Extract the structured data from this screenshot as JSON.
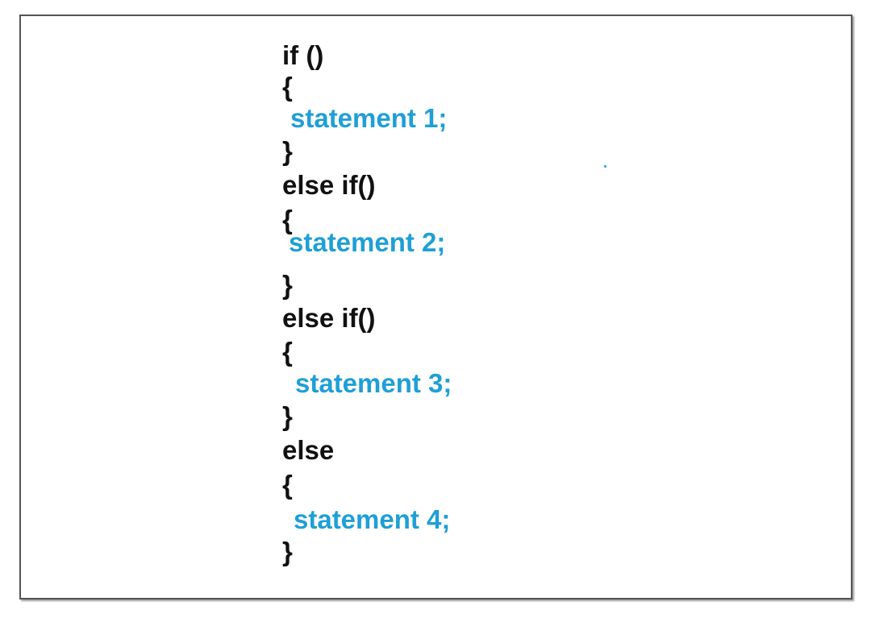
{
  "lines": [
    "if ()",
    "{",
    "statement 1;",
    "}",
    "else if()",
    "{",
    "statement 2;",
    "}",
    "else if()",
    "{",
    "statement 3;",
    "}",
    "else",
    "{",
    "statement 4;",
    "}"
  ],
  "colors": {
    "keyword": "#111111",
    "statement": "#1f9fd6",
    "border": "#555555"
  }
}
